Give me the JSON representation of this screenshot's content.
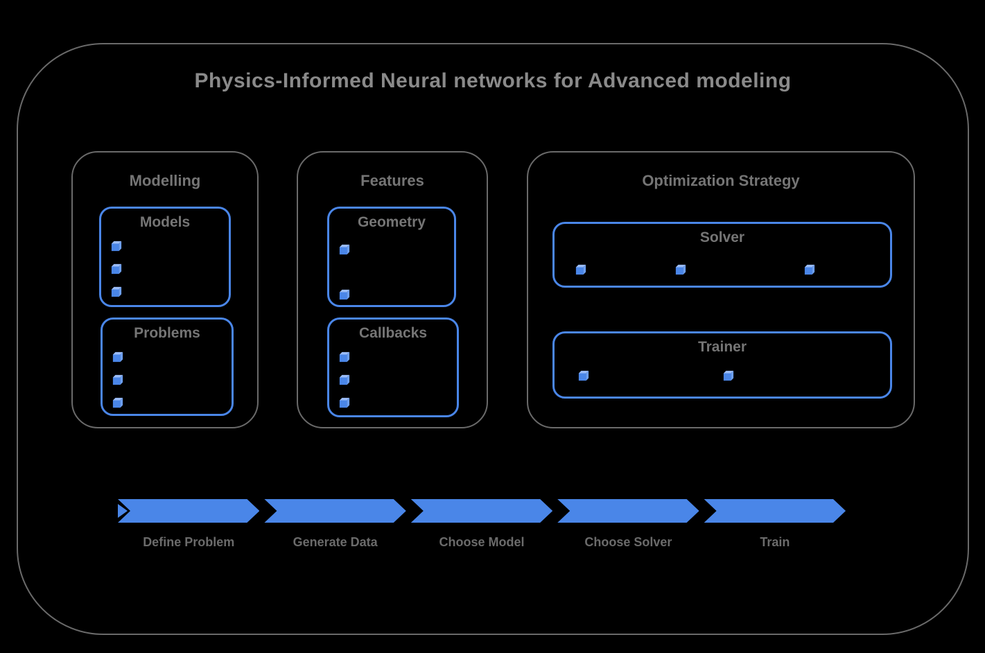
{
  "title": "Physics-Informed Neural networks for Advanced modeling",
  "colors": {
    "background": "#000000",
    "accent_blue": "#4a86e8",
    "cube_top_blue": "#9bbcf7",
    "cube_side_blue": "#6d9ff0",
    "outline_gray": "#6a6a6a",
    "title_gray": "#8a8a8a",
    "heading_gray": "#757575",
    "label_gray": "#6b6b6b"
  },
  "groups": [
    {
      "title": "Modelling",
      "boxes": [
        {
          "title": "Models",
          "item_count": 3
        },
        {
          "title": "Problems",
          "item_count": 3
        }
      ]
    },
    {
      "title": "Features",
      "boxes": [
        {
          "title": "Geometry",
          "item_count": 2
        },
        {
          "title": "Callbacks",
          "item_count": 3
        }
      ]
    },
    {
      "title": "Optimization Strategy",
      "boxes": [
        {
          "title": "Solver",
          "item_count": 3
        },
        {
          "title": "Trainer",
          "item_count": 2
        }
      ]
    }
  ],
  "flow": {
    "steps": [
      {
        "label": "Define Problem"
      },
      {
        "label": "Generate Data"
      },
      {
        "label": "Choose Model"
      },
      {
        "label": "Choose Solver"
      },
      {
        "label": "Train"
      }
    ]
  }
}
